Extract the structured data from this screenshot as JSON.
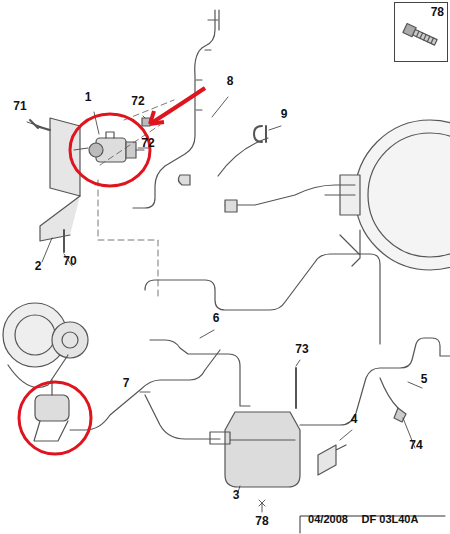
{
  "diagram": {
    "nodes": [
      {
        "text": [
          "78"
        ]
      }
    ],
    "labels": [
      "71",
      "1",
      "72",
      "72",
      "8",
      "9",
      "2",
      "70",
      "6",
      "73",
      "7",
      "5",
      "3",
      "4",
      "74",
      "78",
      "04/2008",
      "DF 03L40A"
    ]
  }
}
